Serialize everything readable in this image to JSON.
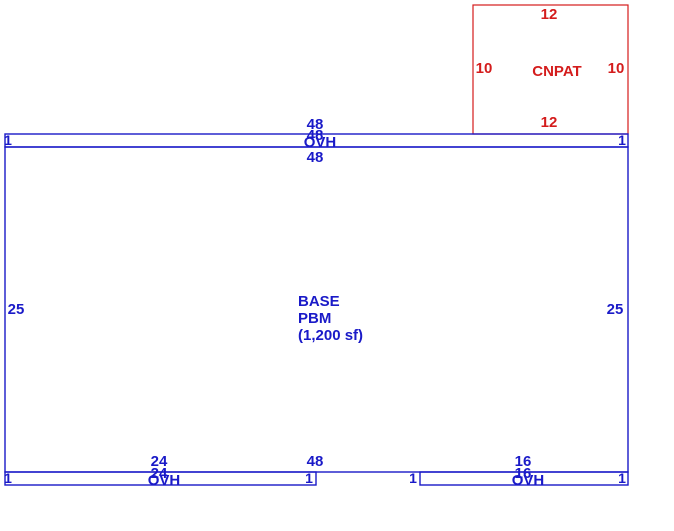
{
  "colors": {
    "base": "#1a1ac8",
    "patio": "#d41c1c",
    "background": "#ffffff"
  },
  "patio": {
    "label": "CNPAT",
    "top_dim": "12",
    "bottom_dim": "12",
    "left_dim": "10",
    "right_dim": "10"
  },
  "top_overhang": {
    "label": "OVH",
    "dim_above": "48",
    "dim_overlap": "48",
    "left_depth": "1",
    "right_depth": "1"
  },
  "base": {
    "name": "BASE",
    "type": "PBM",
    "area": "(1,200 sf)",
    "top_dim": "48",
    "bottom_dim": "48",
    "left_dim": "25",
    "right_dim": "25"
  },
  "bottom_left_overhang": {
    "label": "OVH",
    "dim_above": "24",
    "dim_overlap": "24",
    "left_depth": "1",
    "right_depth": "1"
  },
  "bottom_right_overhang": {
    "label": "OVH",
    "dim_above": "16",
    "dim_overlap": "16",
    "left_depth": "1",
    "right_depth": "1"
  }
}
